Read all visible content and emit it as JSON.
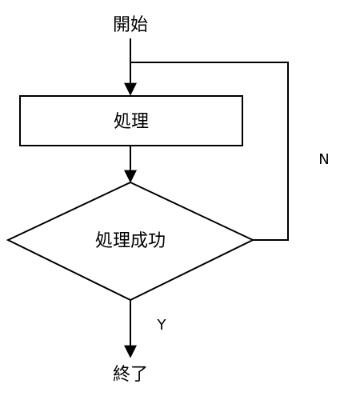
{
  "flowchart": {
    "start": {
      "label": "開始"
    },
    "process": {
      "label": "処理"
    },
    "decision": {
      "label": "処理成功"
    },
    "end": {
      "label": "終了"
    },
    "edges": {
      "no_label": "N",
      "yes_label": "Y"
    }
  }
}
